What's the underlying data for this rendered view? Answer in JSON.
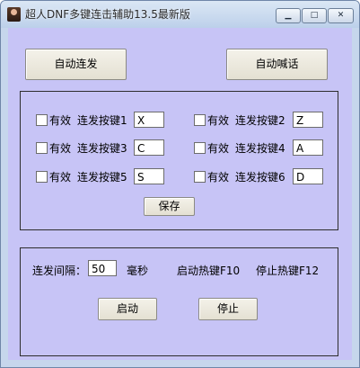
{
  "window": {
    "title": "超人DNF多键连击辅助13.5最新版",
    "minimize_icon": "minimize-icon",
    "maximize_icon": "maximize-icon",
    "close_icon": "close-icon",
    "minimize_glyph": "▁",
    "maximize_glyph": "□",
    "close_glyph": "✕"
  },
  "top_buttons": {
    "auto_combo": "自动连发",
    "auto_shout": "自动喊话"
  },
  "keys_group": {
    "enabled_label": "有效",
    "rows": [
      {
        "label": "连发按键1",
        "value": "X"
      },
      {
        "label": "连发按键2",
        "value": "Z"
      },
      {
        "label": "连发按键3",
        "value": "C"
      },
      {
        "label": "连发按键4",
        "value": "A"
      },
      {
        "label": "连发按键5",
        "value": "S"
      },
      {
        "label": "连发按键6",
        "value": "D"
      }
    ],
    "save_label": "保存"
  },
  "control_group": {
    "interval_label": "连发间隔：",
    "interval_value": "50",
    "interval_unit": "毫秒",
    "start_hotkey": "启动热键F10",
    "stop_hotkey": "停止热键F12",
    "start_label": "启动",
    "stop_label": "停止"
  }
}
